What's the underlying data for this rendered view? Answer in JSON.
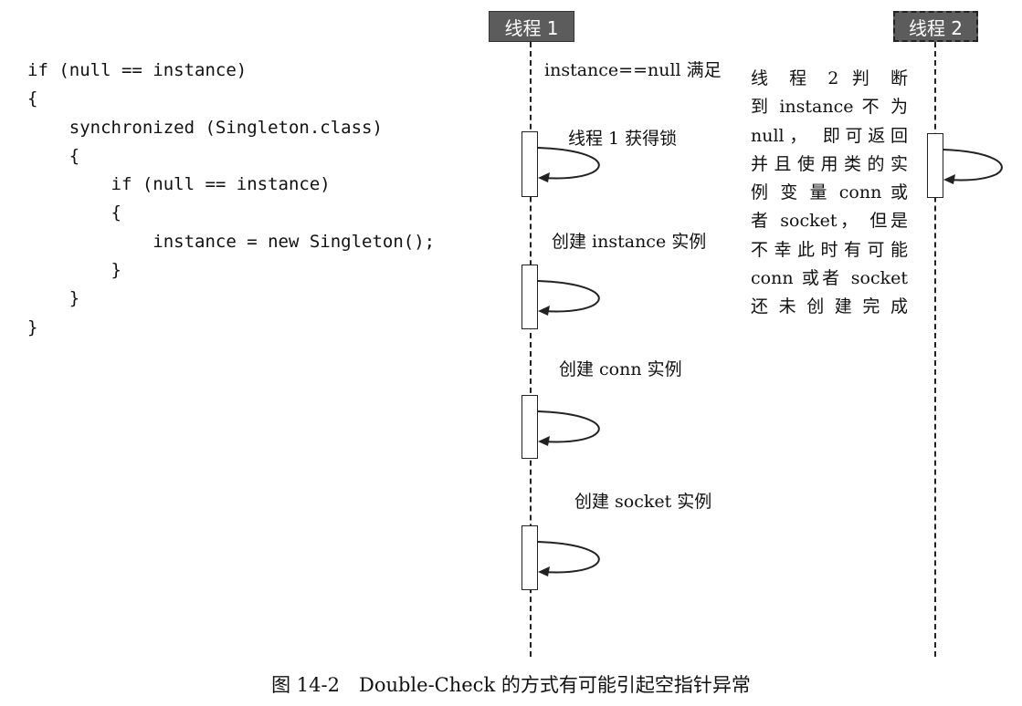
{
  "code": {
    "lines": [
      "if (null == instance)",
      "{",
      "    synchronized (Singleton.class)",
      "    {",
      "        if (null == instance)",
      "        {",
      "            instance = new Singleton();",
      "        }",
      "    }",
      "}"
    ]
  },
  "threads": {
    "thread1": "线程 1",
    "thread2": "线程 2"
  },
  "messages": {
    "null_check": "instance==null 满足",
    "get_lock": "线程 1 获得锁",
    "create_instance": "创建 instance 实例",
    "create_conn": "创建 conn 实例",
    "create_socket": "创建 socket 实例"
  },
  "note": {
    "lines": [
      "线 程 2 判 断",
      "到 instance 不 为",
      "null， 即可返回",
      "并且使用类的实",
      "例 变 量 conn 或",
      "者 socket， 但是",
      "不幸此时有可能",
      "conn 或者 socket",
      "还未创建完成"
    ]
  },
  "caption": "图 14-2　Double-Check 的方式有可能引起空指针异常"
}
